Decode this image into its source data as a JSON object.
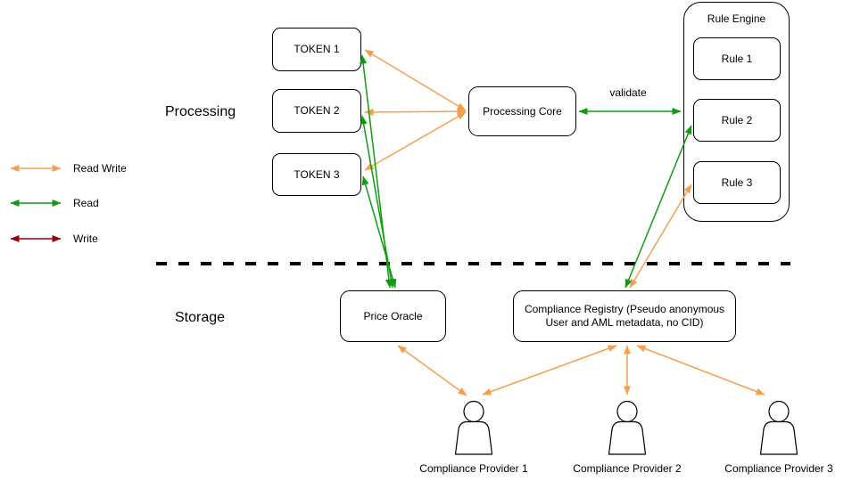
{
  "sections": {
    "processing": "Processing",
    "storage": "Storage"
  },
  "nodes": {
    "token1": {
      "label": "TOKEN 1"
    },
    "token2": {
      "label": "TOKEN 2"
    },
    "token3": {
      "label": "TOKEN 3"
    },
    "processing_core": {
      "label": "Processing Core"
    },
    "rule_engine": {
      "label": "Rule Engine"
    },
    "rule1": {
      "label": "Rule 1"
    },
    "rule2": {
      "label": "Rule 2"
    },
    "rule3": {
      "label": "Rule 3"
    },
    "price_oracle": {
      "label": "Price Oracle"
    },
    "compliance_registry": {
      "lines": [
        "Compliance Registry (Pseudo anonymous",
        "User and AML metadata, no CID)"
      ]
    }
  },
  "edge_labels": {
    "validate": "validate"
  },
  "legend": {
    "items": [
      {
        "label": "Read Write",
        "color": "#F5A04D"
      },
      {
        "label": "Read",
        "color": "#109C10"
      },
      {
        "label": "Write",
        "color": "#990000"
      }
    ]
  },
  "actors": [
    {
      "label": "Compliance Provider 1"
    },
    {
      "label": "Compliance Provider 2"
    },
    {
      "label": "Compliance Provider 3"
    }
  ],
  "colors": {
    "read_write": "#F5A04D",
    "read": "#109C10",
    "write": "#990000",
    "outline": "#000000",
    "background": "#FFFFFF"
  }
}
